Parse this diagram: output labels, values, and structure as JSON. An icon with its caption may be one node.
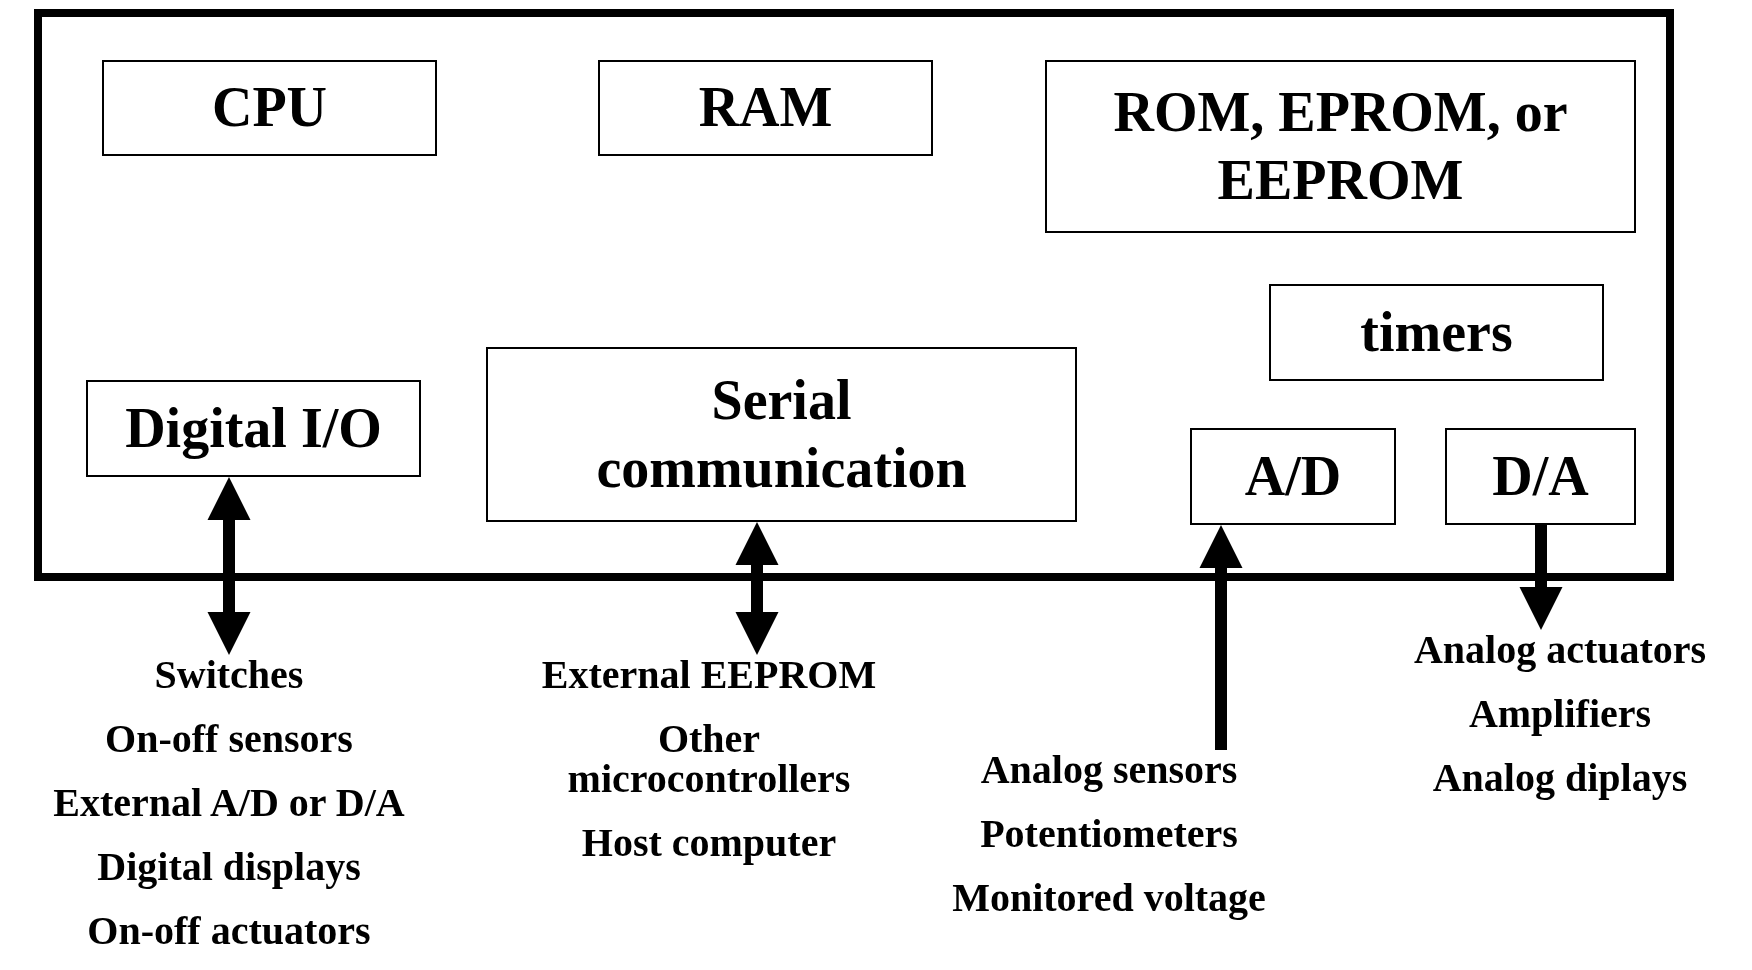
{
  "diagram": {
    "nodes": [
      {
        "text": [],
        "shape": "box"
      },
      {
        "text": [
          "CPU"
        ],
        "in": 0
      },
      {
        "text": [
          "RAM"
        ],
        "in": 0
      },
      {
        "text": [
          "ROM, EPROM, or EEPROM"
        ],
        "in": 0
      },
      {
        "text": [
          "timers"
        ],
        "in": 0
      },
      {
        "text": [
          "Digital I/O"
        ],
        "in": 0
      },
      {
        "text": [
          "Serial communication"
        ],
        "in": 0
      },
      {
        "text": [
          "A/D"
        ],
        "in": 0
      },
      {
        "text": [
          "D/A"
        ],
        "in": 0
      },
      {
        "text": [
          "Switches",
          "On-off sensors",
          "External A/D or D/A",
          "Digital displays",
          "On-off actuators"
        ]
      },
      {
        "text": [
          "External EEPROM",
          "Other microcontrollers",
          "Host computer"
        ]
      },
      {
        "text": [
          "Analog sensors",
          "Potentiometers",
          "Monitored voltage"
        ]
      },
      {
        "text": [
          "Analog actuators",
          "Amplifiers",
          "Analog diplays"
        ]
      }
    ],
    "edges": [
      {
        "from": 5,
        "to": 9,
        "arrow": "both"
      },
      {
        "from": 6,
        "to": 10,
        "arrow": "both"
      },
      {
        "from": 11,
        "to": 7,
        "arrow": "to"
      },
      {
        "from": 8,
        "to": 12,
        "arrow": "to"
      }
    ]
  }
}
